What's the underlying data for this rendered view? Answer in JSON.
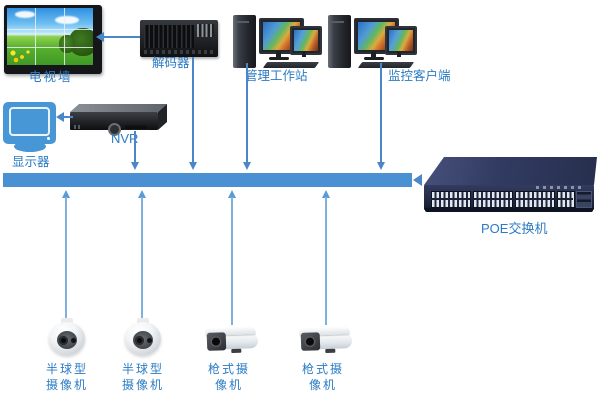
{
  "nodes": {
    "tv_wall": {
      "label": "电视墙"
    },
    "decoder": {
      "label": "解码器"
    },
    "management_workstation": {
      "label": "管理工作站"
    },
    "monitoring_client": {
      "label": "监控客户端"
    },
    "display_monitor": {
      "label": "显示器"
    },
    "nvr": {
      "label": "NVR"
    },
    "poe_switch": {
      "label": "POE交换机"
    }
  },
  "cameras": [
    {
      "type": "dome",
      "line1": "半球型",
      "line2": "摄像机"
    },
    {
      "type": "dome",
      "line1": "半球型",
      "line2": "摄像机"
    },
    {
      "type": "bullet",
      "line1": "枪式摄",
      "line2": "像机"
    },
    {
      "type": "bullet",
      "line1": "枪式摄",
      "line2": "像机"
    }
  ],
  "colors": {
    "bus_bar": "#4a90d2",
    "connector_arrow": "#4a86c8",
    "camera_line": "#7fb0de",
    "label_text": "#2b7bc4",
    "switch_body": "#2b3655",
    "monitor_icon": "#4796d6"
  }
}
